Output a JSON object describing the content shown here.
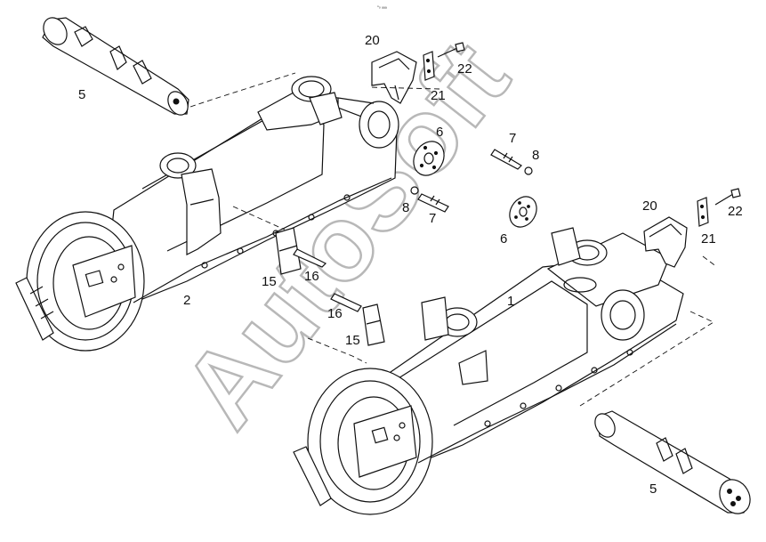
{
  "watermark": "AutoSoft",
  "corner_mark": "ⁿₒ ₐₐₐ",
  "labels": {
    "l1": "1",
    "l2": "2",
    "l5a": "5",
    "l5b": "5",
    "l6a": "6",
    "l6b": "6",
    "l7a": "7",
    "l7b": "7",
    "l8a": "8",
    "l8b": "8",
    "l15a": "15",
    "l15b": "15",
    "l16a": "16",
    "l16b": "16",
    "l20a": "20",
    "l20b": "20",
    "l21a": "21",
    "l21b": "21",
    "l22a": "22",
    "l22b": "22"
  }
}
